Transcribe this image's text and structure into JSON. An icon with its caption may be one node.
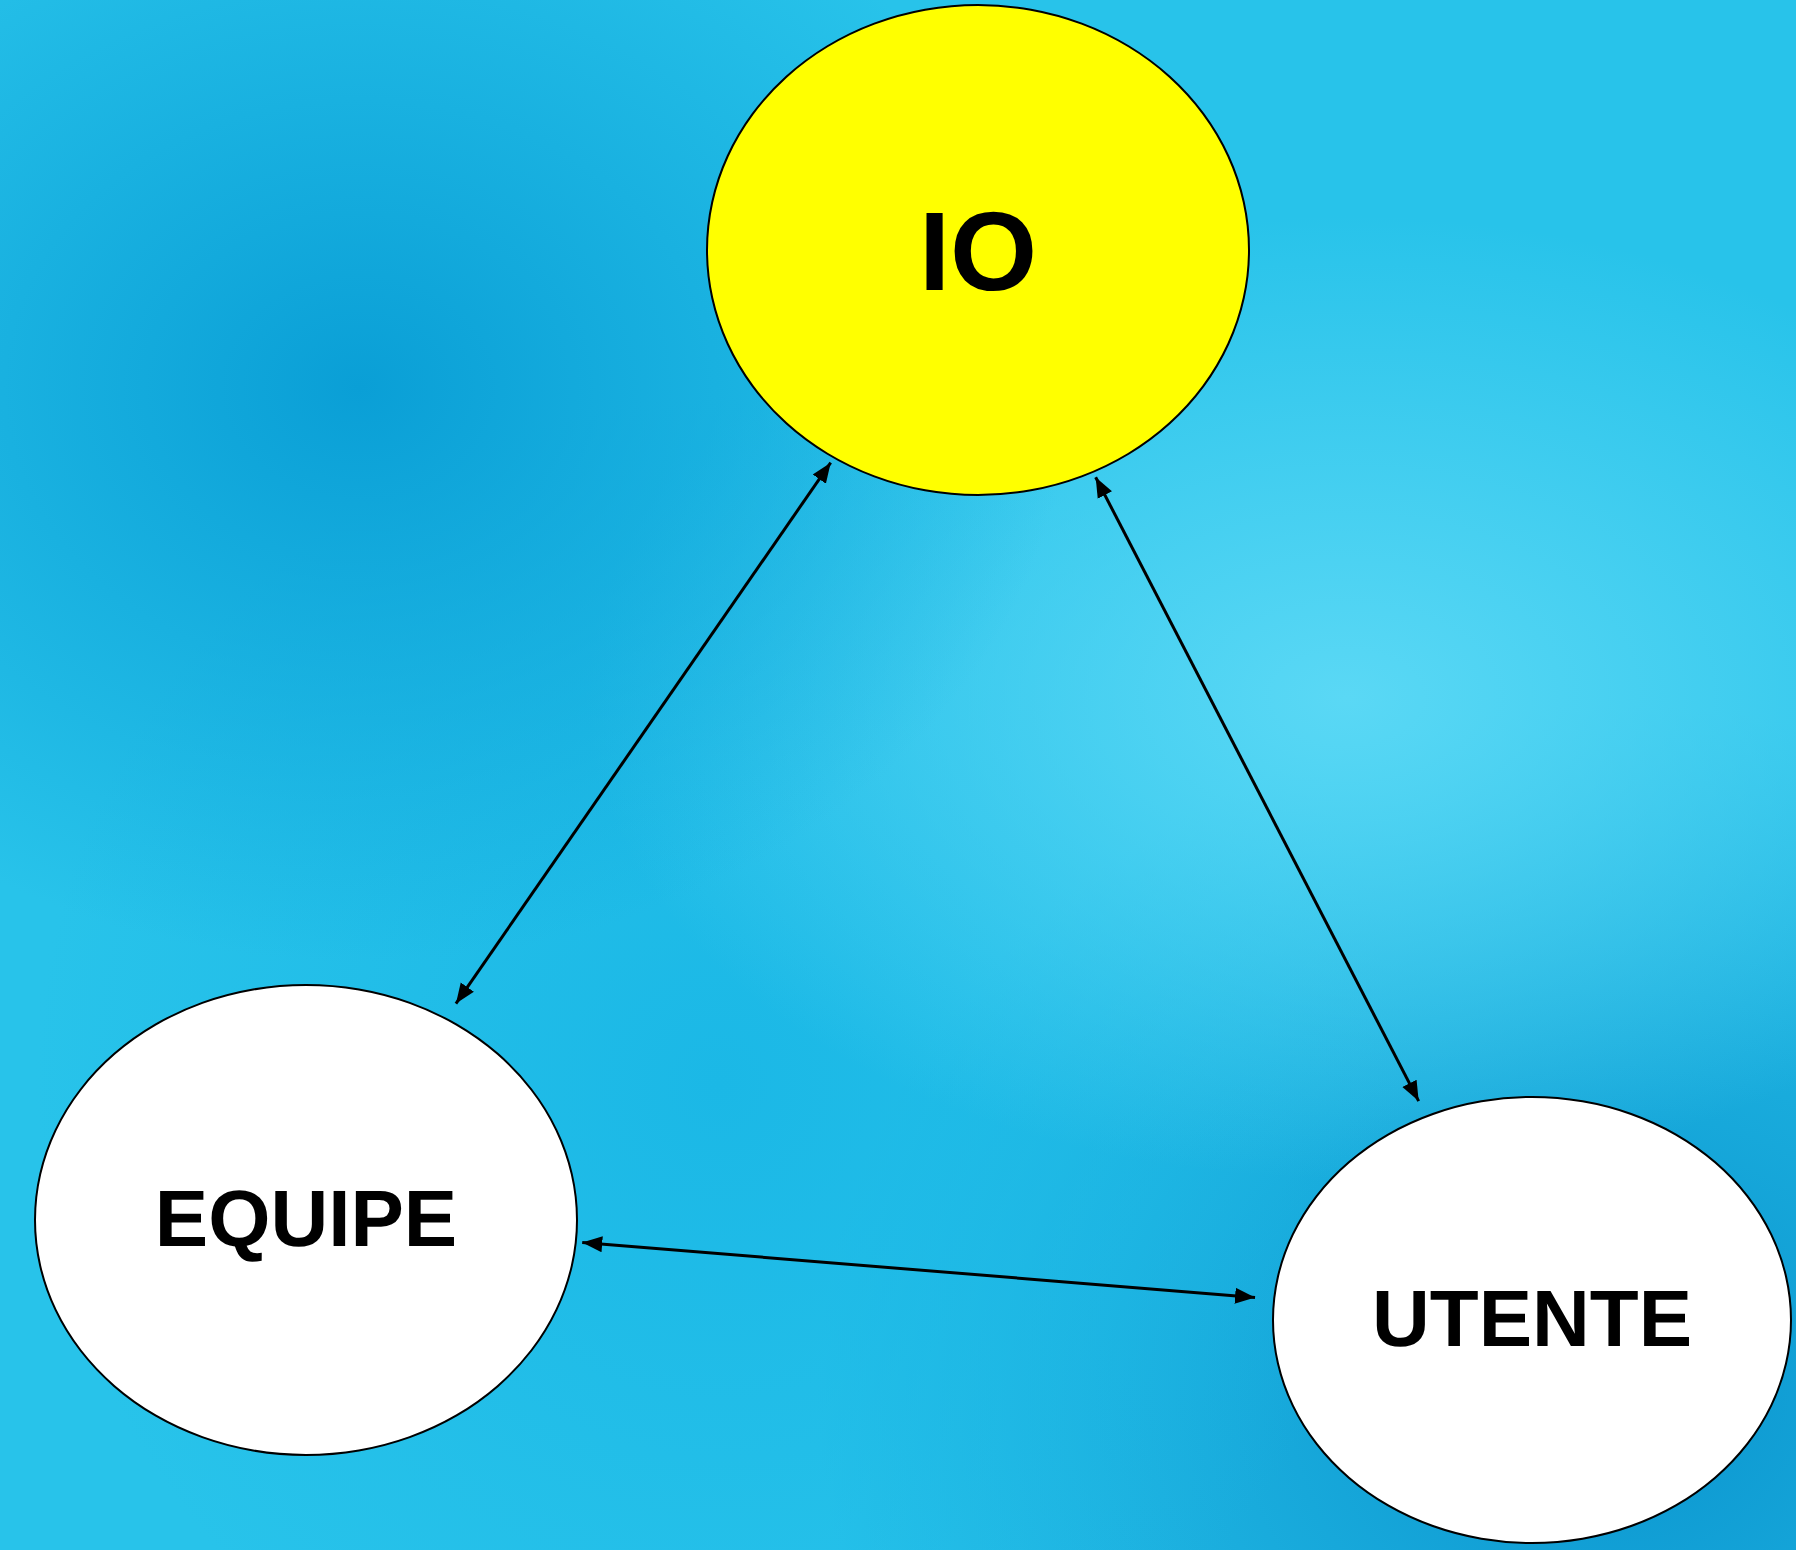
{
  "diagram": {
    "nodes": [
      {
        "text": [
          "IO"
        ]
      },
      {
        "text": [
          "EQUIPE"
        ]
      },
      {
        "text": [
          "UTENTE"
        ]
      }
    ],
    "edges": [
      {
        "from": 0,
        "to": 1,
        "arrow": "both"
      },
      {
        "from": 0,
        "to": 2,
        "arrow": "both"
      },
      {
        "from": 1,
        "to": 2,
        "arrow": "both"
      }
    ]
  }
}
